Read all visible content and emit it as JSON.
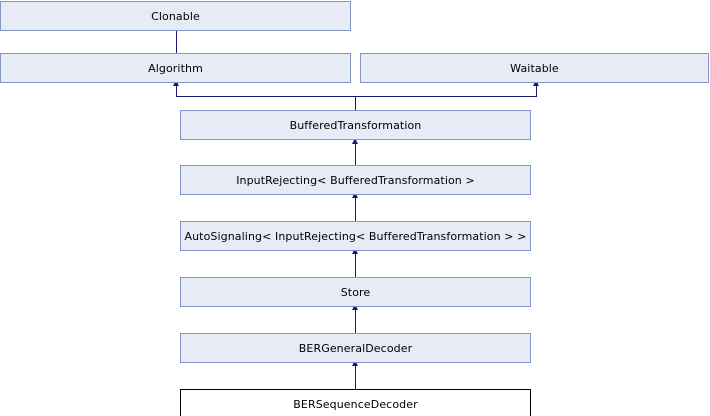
{
  "diagram": {
    "type": "uml-inheritance-graph",
    "title": "BERSequenceDecoder inheritance diagram",
    "colors": {
      "node_fill": "#e7ebf5",
      "node_border": "#8296c8",
      "current_node_fill": "#ffffff",
      "current_node_border": "#000000",
      "edge": "#191970",
      "background": "#ffffff"
    },
    "nodes": [
      {
        "id": "clonable",
        "label": "Clonable",
        "current": false
      },
      {
        "id": "algorithm",
        "label": "Algorithm",
        "current": false
      },
      {
        "id": "waitable",
        "label": "Waitable",
        "current": false
      },
      {
        "id": "bufferedtransformation",
        "label": "BufferedTransformation",
        "current": false
      },
      {
        "id": "inputrejecting",
        "label": "InputRejecting< BufferedTransformation >",
        "current": false
      },
      {
        "id": "autosignaling",
        "label": "AutoSignaling< InputRejecting< BufferedTransformation > >",
        "current": false
      },
      {
        "id": "store",
        "label": "Store",
        "current": false
      },
      {
        "id": "bergeneraldecoder",
        "label": "BERGeneralDecoder",
        "current": false
      },
      {
        "id": "bersequencedecoder",
        "label": "BERSequenceDecoder",
        "current": true
      }
    ],
    "edges": [
      {
        "from": "algorithm",
        "to": "clonable"
      },
      {
        "from": "bufferedtransformation",
        "to": "algorithm"
      },
      {
        "from": "bufferedtransformation",
        "to": "waitable"
      },
      {
        "from": "inputrejecting",
        "to": "bufferedtransformation"
      },
      {
        "from": "autosignaling",
        "to": "inputrejecting"
      },
      {
        "from": "store",
        "to": "autosignaling"
      },
      {
        "from": "bergeneraldecoder",
        "to": "store"
      },
      {
        "from": "bersequencedecoder",
        "to": "bergeneraldecoder"
      }
    ]
  }
}
